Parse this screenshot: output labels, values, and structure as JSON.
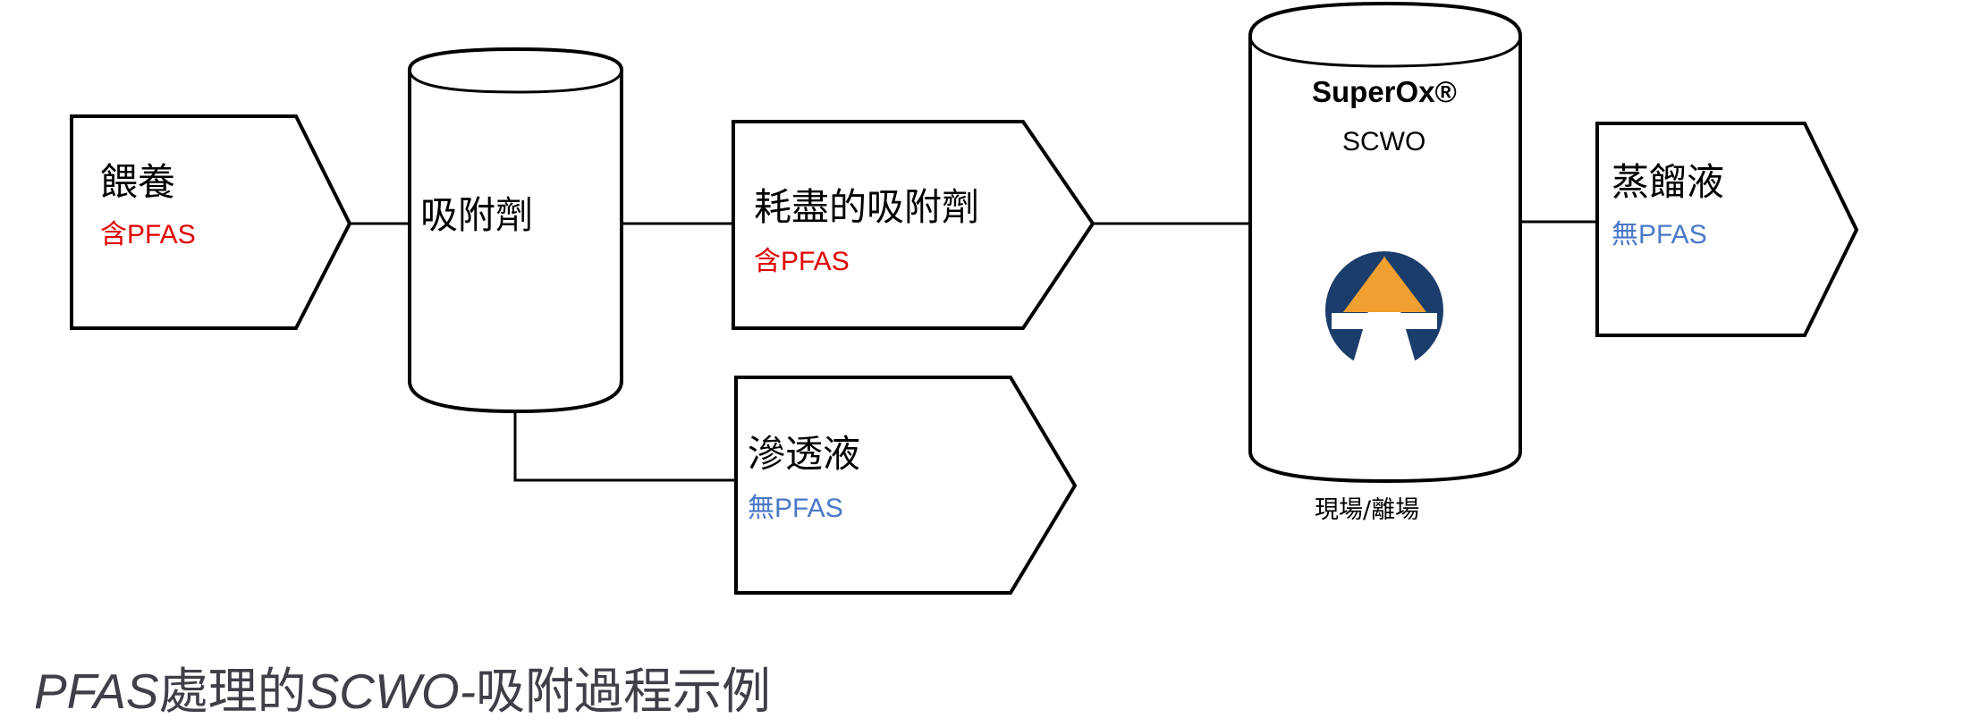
{
  "colors": {
    "stroke": "#000000",
    "contains_pfas": "#e00000",
    "no_pfas": "#4a78c8",
    "logo_navy": "#1b3d6b",
    "logo_orange": "#f0a030",
    "caption": "#3f3f48"
  },
  "nodes": {
    "feed": {
      "title": "餵養",
      "status": "含PFAS"
    },
    "adsorbent": {
      "title": "吸附劑"
    },
    "spent_adsorbent": {
      "title": "耗盡的吸附劑",
      "status": "含PFAS"
    },
    "permeate": {
      "title": "滲透液",
      "status": "無PFAS"
    },
    "reactor": {
      "brand": "SuperOx®",
      "subtitle": "SCWO",
      "location": "現場/離場",
      "logo_icon": "superox-logo-icon"
    },
    "distillate": {
      "title": "蒸餾液",
      "status": "無PFAS"
    }
  },
  "caption": {
    "part1": "PFAS",
    "part2": "處理的",
    "part3": "SCWO-",
    "part4": "吸附過程示例"
  }
}
